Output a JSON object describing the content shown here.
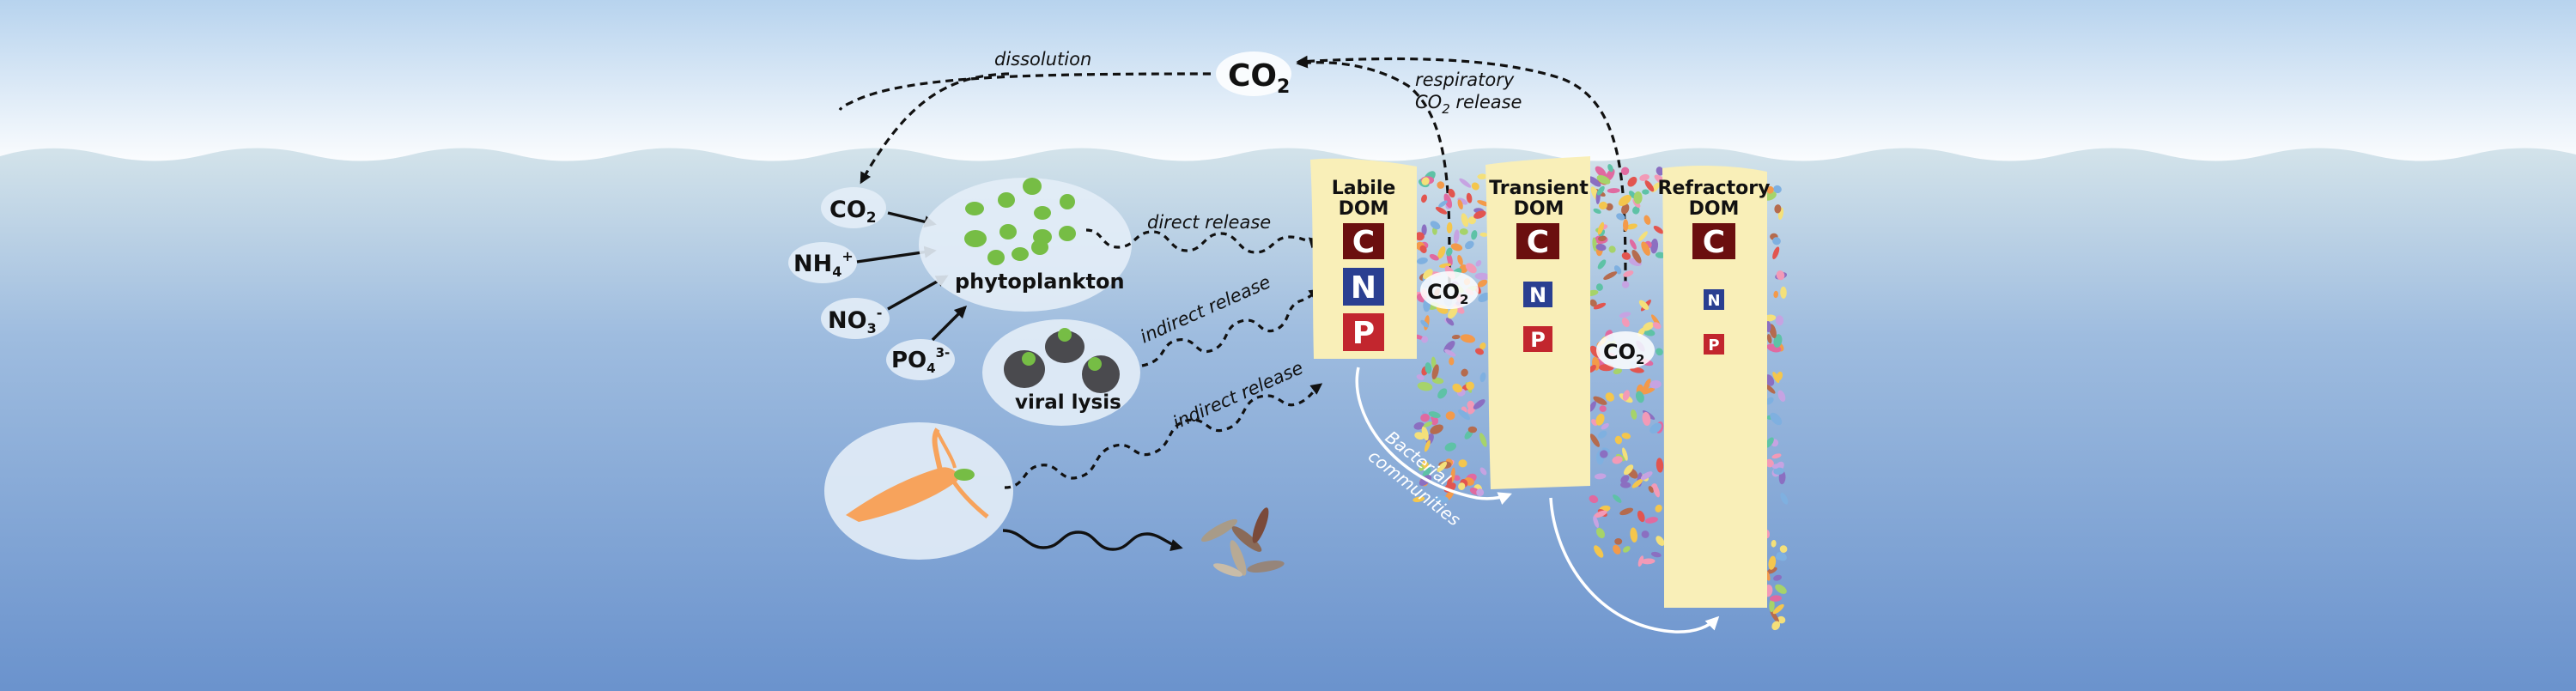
{
  "labels": {
    "co2_air": "CO",
    "co2_air_sub": "2",
    "dissolution": "dissolution",
    "respiratory_line1": "respiratory",
    "respiratory_line2_pre": "CO",
    "respiratory_line2_sub": "2",
    "respiratory_line2_post": " release",
    "co2_sea": "CO",
    "co2_sea_sub": "2",
    "nh4": "NH",
    "nh4_sub": "4",
    "nh4_sup": "+",
    "no3": "NO",
    "no3_sub": "3",
    "no3_sup": "-",
    "po4": "PO",
    "po4_sub": "4",
    "po4_sup": "3-",
    "phytoplankton": "phytoplankton",
    "viral_lysis": "viral lysis",
    "direct_release": "direct release",
    "indirect_release_1": "indirect release",
    "indirect_release_2": "indirect release",
    "bacterial_line1": "Bacterial",
    "bacterial_line2": "communities",
    "co2_labile": "CO",
    "co2_labile_sub": "2",
    "co2_transient": "CO",
    "co2_transient_sub": "2"
  },
  "pools": [
    {
      "line1": "Labile",
      "line2": "DOM",
      "tiles": [
        "C",
        "N",
        "P"
      ]
    },
    {
      "line1": "Transient",
      "line2": "DOM",
      "tiles": [
        "C",
        "N",
        "P"
      ]
    },
    {
      "line1": "Refractory",
      "line2": "DOM",
      "tiles": [
        "C",
        "N",
        "P"
      ]
    }
  ],
  "colors": {
    "carbon_tile": "#6b0f0f",
    "nitrogen_tile": "#2a3f91",
    "phosphorus_tile": "#c2262e",
    "dom_column": "#f9efb8",
    "phytoplankton_cell": "#76bd45",
    "sky_top": "#b7d3ee",
    "sea_surface": "#d3e3ea",
    "sea_deep": "#6b93cd",
    "zooplankton": "#f7a35c"
  }
}
